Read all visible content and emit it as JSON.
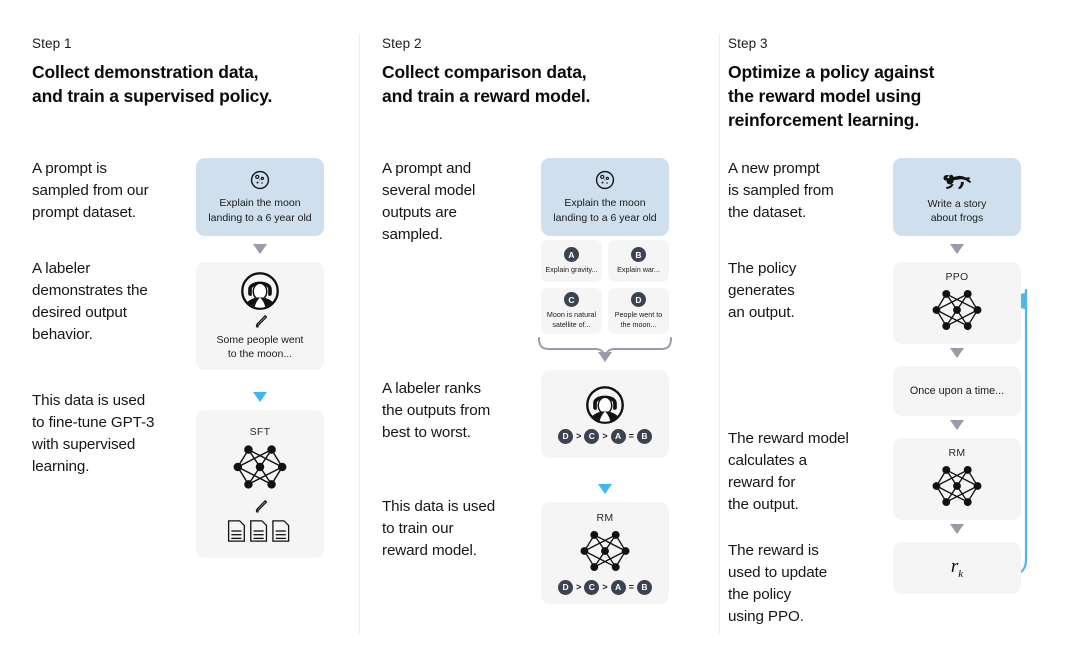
{
  "columns": [
    {
      "step_label": "Step 1",
      "title": "Collect demonstration data,\nand train a supervised policy.",
      "paragraphs": [
        "A prompt is\nsampled from our\nprompt dataset.",
        "A labeler\ndemonstrates the\ndesired output\nbehavior.",
        "This data is used\nto fine-tune GPT-3\nwith supervised\nlearning."
      ],
      "cards": {
        "prompt": {
          "icon": "moon-icon",
          "text": "Explain the moon\nlanding to a 6 year old"
        },
        "demo": {
          "icon": "labeler-icon",
          "sub_icon": "pencil-icon",
          "text": "Some people went\nto the moon..."
        },
        "sft": {
          "title": "SFT",
          "icon": "neural-network-icon",
          "sub_icon": "pencil-icon",
          "docs_icon": "documents-icon"
        }
      }
    },
    {
      "step_label": "Step 2",
      "title": "Collect comparison data,\nand train a reward model.",
      "paragraphs": [
        "A prompt and\nseveral model\noutputs are\nsampled.",
        "A labeler ranks\nthe outputs from\nbest to worst.",
        "This data is used\nto train our\nreward model."
      ],
      "cards": {
        "prompt": {
          "icon": "moon-icon",
          "text": "Explain the moon\nlanding to a 6 year old"
        },
        "options": [
          {
            "badge": "A",
            "text": "Explain gravity..."
          },
          {
            "badge": "B",
            "text": "Explain war..."
          },
          {
            "badge": "C",
            "text": "Moon is natural\nsatellite of..."
          },
          {
            "badge": "D",
            "text": "People went to\nthe moon..."
          }
        ],
        "rank": {
          "icon": "labeler-icon",
          "ranking": [
            "D",
            ">",
            "C",
            ">",
            "A",
            "=",
            "B"
          ]
        },
        "rm": {
          "title": "RM",
          "icon": "neural-network-icon",
          "ranking": [
            "D",
            ">",
            "C",
            ">",
            "A",
            "=",
            "B"
          ]
        }
      }
    },
    {
      "step_label": "Step 3",
      "title": "Optimize a policy against\nthe reward model using\nreinforcement learning.",
      "paragraphs": [
        "A new prompt\nis sampled from\nthe dataset.",
        "The policy\ngenerates\nan output.",
        "The reward model\ncalculates a\nreward for\nthe output.",
        "The reward is\nused to update\nthe policy\nusing PPO."
      ],
      "cards": {
        "prompt": {
          "icon": "frog-icon",
          "text": "Write a story\nabout frogs"
        },
        "ppo": {
          "title": "PPO",
          "icon": "neural-network-icon"
        },
        "output": {
          "text": "Once upon a time..."
        },
        "rm": {
          "title": "RM",
          "icon": "neural-network-icon"
        },
        "reward": {
          "text": "r",
          "subscript": "k"
        }
      }
    }
  ],
  "colors": {
    "prompt_box": "#cfdfee",
    "card_box": "#f5f5f5",
    "badge": "#3b4251",
    "arrow_gray": "#9a9aa8",
    "arrow_blue": "#41b6f0",
    "feedback_loop": "#4fb6ef"
  }
}
